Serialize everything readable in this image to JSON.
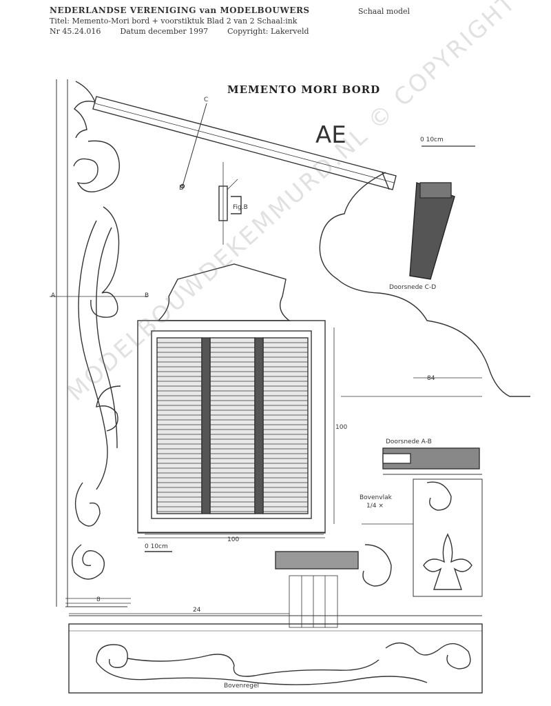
{
  "header": {
    "association": "NEDERLANDSE VERENIGING van MODELBOUWERS",
    "line2": "Titel: Memento-Mori bord + voorstiktuk Blad 2 van 2   Schaal:ink",
    "number": "Nr 45.24.016",
    "date": "Datum december 1997",
    "copyright": "Copyright: Lakerveld",
    "model": "Schaal model"
  },
  "drawing": {
    "title": "MEMENTO MORI BORD",
    "mark": "AE",
    "labels": {
      "section_cd": "Doorsnede C-D",
      "section_ab": "Doorsnede A-B",
      "border": "Bovenvlak",
      "border_sub": "1/4 ×",
      "top_board": "Bovenregel",
      "dim_100_horizontal": "100",
      "dim_100_vertical": "100",
      "dim_24": "24",
      "dim_8": "8",
      "dim_84": "84",
      "scale_top": "0    10cm",
      "scale_bottom": "0    10cm",
      "letter_a": "A",
      "letter_b": "B",
      "letter_c": "C",
      "letter_d": "D",
      "small_fig": "Fig.B"
    },
    "watermark": "MODELBOUWDEKEMMURD.NL © COPYRIGHT"
  }
}
